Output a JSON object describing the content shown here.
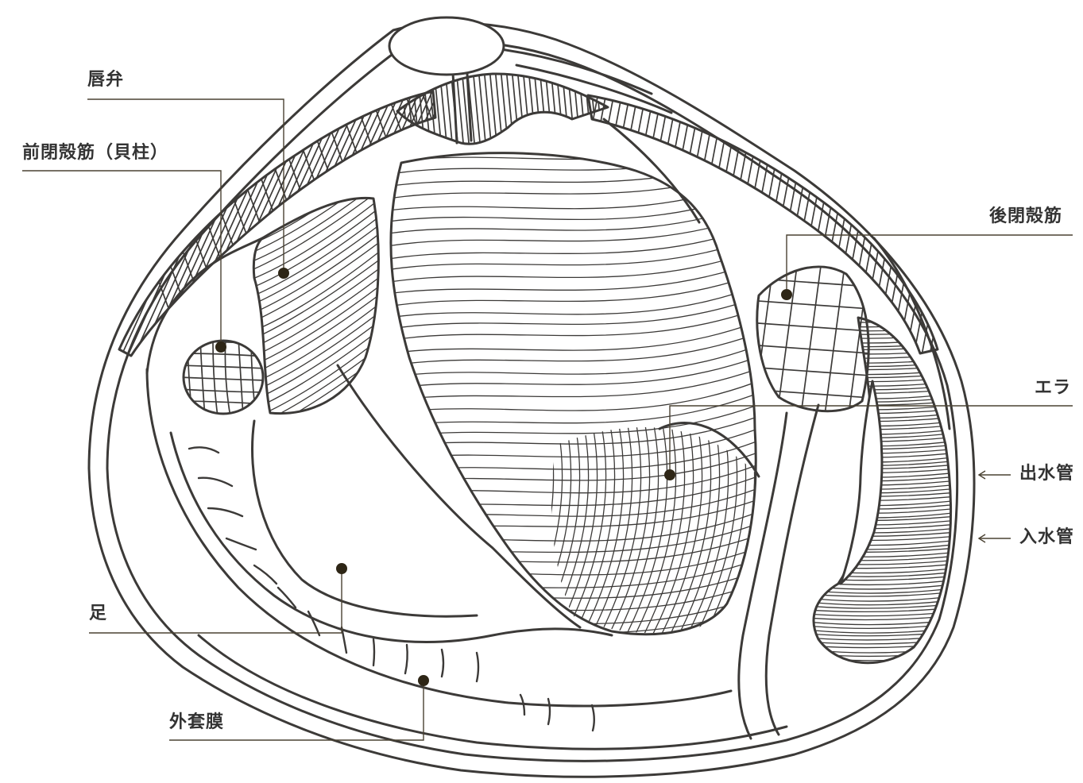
{
  "diagram": {
    "labels": {
      "labial_palp": "唇弁",
      "anterior_adductor": "前閉殻筋（貝柱）",
      "posterior_adductor": "後閉殻筋",
      "gill": "エラ",
      "excurrent_siphon": "出水管",
      "incurrent_siphon": "入水管",
      "foot": "足",
      "mantle": "外套膜"
    },
    "colors": {
      "ink": "#3c3a38",
      "leader": "#4a4232",
      "marker": "#2e2616",
      "label_text": "#333333",
      "background": "#ffffff"
    }
  }
}
